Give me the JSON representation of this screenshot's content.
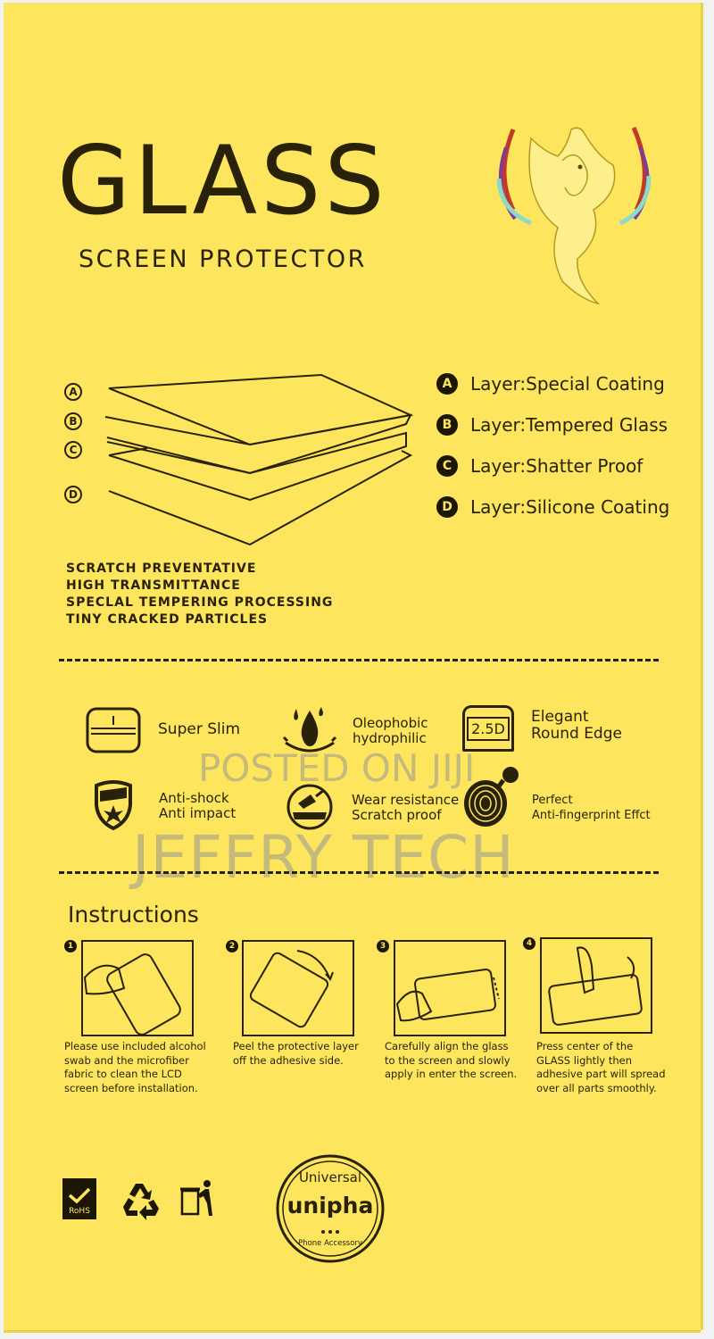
{
  "header": {
    "title": "GLASS",
    "subtitle": "SCREEN PROTECTOR"
  },
  "layers": {
    "diagram_letters": [
      "A",
      "B",
      "C",
      "D"
    ],
    "legend": [
      {
        "badge": "A",
        "label": "Layer:Special Coating"
      },
      {
        "badge": "B",
        "label": "Layer:Tempered Glass"
      },
      {
        "badge": "C",
        "label": "Layer:Shatter Proof"
      },
      {
        "badge": "D",
        "label": "Layer:Silicone Coating"
      }
    ]
  },
  "features": [
    "SCRATCH PREVENTATIVE",
    "HIGH TRANSMITTANCE",
    "SPECLAL TEMPERING PROCESSING",
    "TINY CRACKED PARTICLES"
  ],
  "feature_icons": [
    {
      "icon": "super-slim-icon",
      "line1": "Super Slim",
      "line2": ""
    },
    {
      "icon": "water-drop-icon",
      "line1": "Oleophobic",
      "line2": "hydrophilic"
    },
    {
      "icon": "round-edge-icon",
      "badge": "2.5D",
      "line1": "Elegant",
      "line2": "Round Edge"
    },
    {
      "icon": "shield-icon",
      "line1": "Anti-shock",
      "line2": "Anti impact"
    },
    {
      "icon": "scratch-icon",
      "line1": "Wear resistance",
      "line2": "Scratch proof"
    },
    {
      "icon": "fingerprint-icon",
      "line1": "Perfect",
      "line2": "Anti-fingerprint Effct"
    }
  ],
  "watermark": {
    "line1": "POSTED ON JIJI",
    "line2": "JEFFRY TECH"
  },
  "instructions": {
    "title": "Instructions",
    "steps": [
      {
        "num": "1",
        "lines": [
          "Please use included alcohol",
          "swab and the microfiber",
          "fabric to clean the LCD",
          "screen before installation."
        ]
      },
      {
        "num": "2",
        "lines": [
          "Peel the protective layer",
          "off the adhesive side."
        ]
      },
      {
        "num": "3",
        "lines": [
          "Carefully align the glass",
          "to the screen and slowly",
          "apply in enter the screen."
        ]
      },
      {
        "num": "4",
        "lines": [
          "Press center of the",
          "GLASS lightly then",
          "adhesive part will spread",
          "over all parts smoothly."
        ]
      }
    ]
  },
  "footer": {
    "rohs": "RoHS",
    "seal": {
      "top": "Universal",
      "brand": "unipha",
      "bottom": "Phone Accessory"
    }
  },
  "colors": {
    "background": "#fde65d",
    "ink": "#2a2208"
  }
}
